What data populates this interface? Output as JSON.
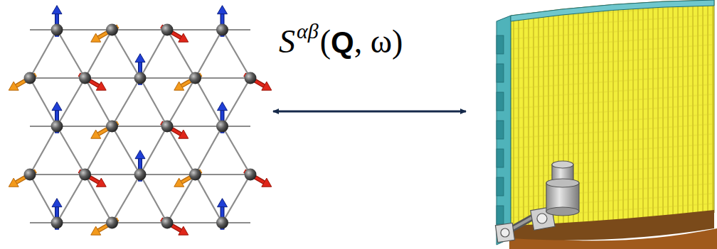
{
  "diagram": {
    "labels": [
      "S",
      "αβ",
      "(",
      "Q",
      ", ω)"
    ]
  }
}
